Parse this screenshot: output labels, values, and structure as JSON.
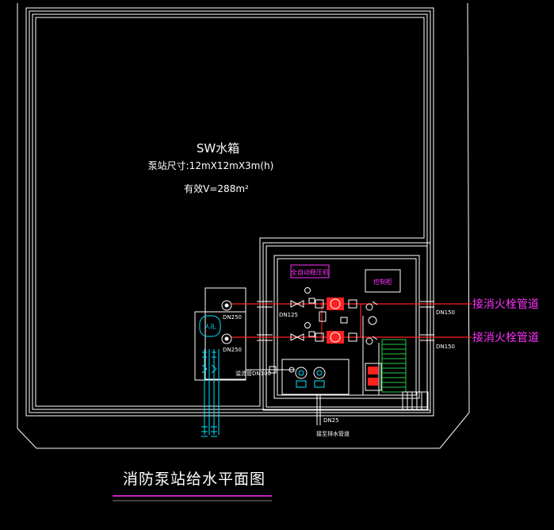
{
  "diagram": {
    "tank": {
      "name": "SW水箱",
      "size": "泵站尺寸:12mX12mX3m(h)",
      "volume": "有效V=288m²"
    },
    "pump_room": {
      "auto_cabinet": "全自动稳压机",
      "control_cabinet": "控制柜"
    },
    "pipes": {
      "dn250_top": "DN250",
      "dn250_bottom": "DN250",
      "dn125": "DN125",
      "dn150_top": "DN150",
      "dn150_bottom": "DN150",
      "dn100": "溢流管DN100",
      "dn25": "DN25",
      "drain": "接至排水管道"
    },
    "sump_label": "人孔",
    "outlets": {
      "top": "接消火栓管道",
      "bottom": "接消火栓管道"
    },
    "drawing_title": "消防泵站给水平面图",
    "colors": {
      "background": "#000000",
      "wall": "#ffffff",
      "pipe_red": "#ff2020",
      "cyan": "#00e5ff",
      "magenta": "#ff33ff",
      "green": "#22cc44"
    }
  }
}
